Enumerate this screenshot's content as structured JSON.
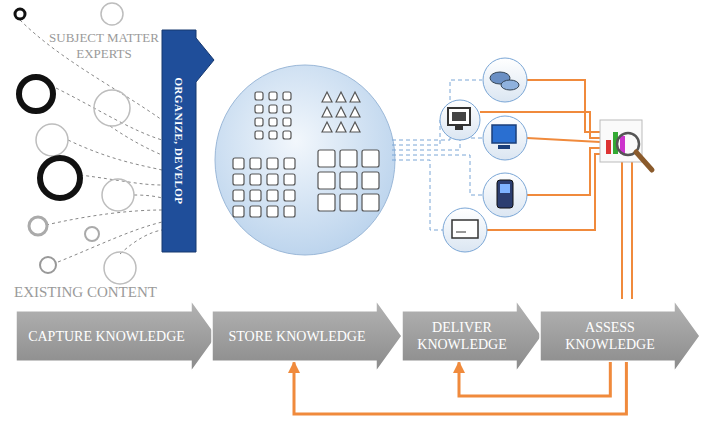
{
  "diagram": {
    "nodes": [
      {
        "text": [
          "ORGANIZE, DEVELOP"
        ]
      },
      {
        "text": [
          "CAPTURE KNOWLEDGE"
        ]
      },
      {
        "text": [
          "STORE KNOWLEDGE"
        ]
      },
      {
        "text": [
          "DELIVER KNOWLEDGE"
        ]
      },
      {
        "text": [
          "ASSESS KNOWLEDGE"
        ]
      }
    ],
    "edges": [
      {
        "from": 4,
        "to": 2,
        "arrow": "to"
      },
      {
        "from": 4,
        "to": 3,
        "arrow": "to"
      }
    ],
    "labels": [
      "SUBJECT MATTER EXPERTS",
      "EXISTING CONTENT"
    ]
  }
}
